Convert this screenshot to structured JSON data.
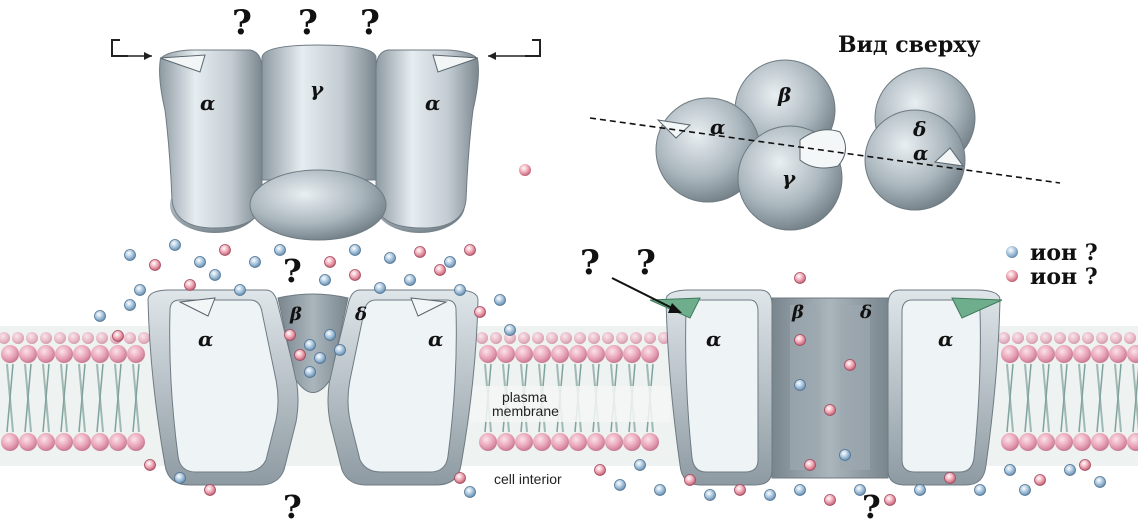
{
  "top_view_title": "Вид сверху",
  "question_marks": {
    "top_triple": [
      "?",
      "?",
      "?"
    ],
    "double": [
      "?",
      "?"
    ],
    "single": "?"
  },
  "subunits": {
    "alpha": "α",
    "beta": "β",
    "gamma": "γ",
    "delta": "δ"
  },
  "legend": {
    "ion_blue": "ион ?",
    "ion_pink": "ион ?",
    "blue_color": "#8fb4d4",
    "pink_color": "#e08a9a"
  },
  "membrane": {
    "plasma_membrane": "plasma\nmembrane",
    "plasma": "plasma",
    "membrane": "membrane",
    "cell_interior": "cell interior"
  },
  "colors": {
    "protein_light": "#dfe7ec",
    "protein_mid": "#aeb9c1",
    "protein_dark": "#7f8b93",
    "lipid_head": "#e7a0b6",
    "tail": "#9fb9b4",
    "arrow_green": "#6fae8d"
  }
}
